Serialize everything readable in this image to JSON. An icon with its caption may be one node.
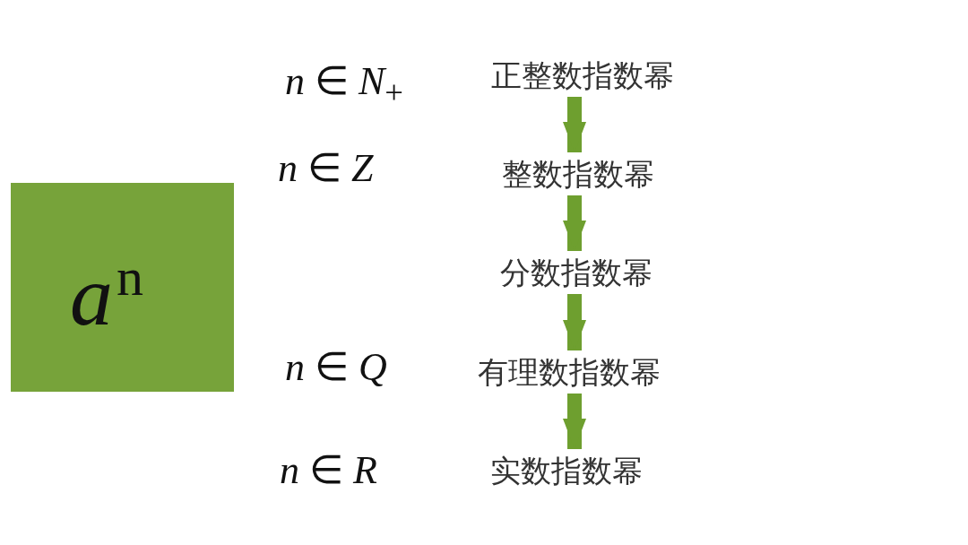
{
  "diagram": {
    "nodes": [
      {
        "text": [
          "*a*$^{n}$"
        ]
      },
      {
        "text": [
          "正整数指数幂"
        ]
      },
      {
        "text": [
          "整数指数幂"
        ]
      },
      {
        "text": [
          "分数指数幂"
        ]
      },
      {
        "text": [
          "有理数指数幂"
        ]
      },
      {
        "text": [
          "实数指数幂"
        ]
      }
    ],
    "edges": [
      {
        "from": 1,
        "to": 2,
        "arrow": "to"
      },
      {
        "from": 2,
        "to": 3,
        "arrow": "to"
      },
      {
        "from": 3,
        "to": 4,
        "arrow": "to"
      },
      {
        "from": 4,
        "to": 5,
        "arrow": "to"
      }
    ],
    "labels": [
      "*n* ∈ *N*$_{+}$",
      "*n* ∈ *Z*",
      "*n* ∈ *Q*",
      "*n* ∈ *R*"
    ]
  }
}
